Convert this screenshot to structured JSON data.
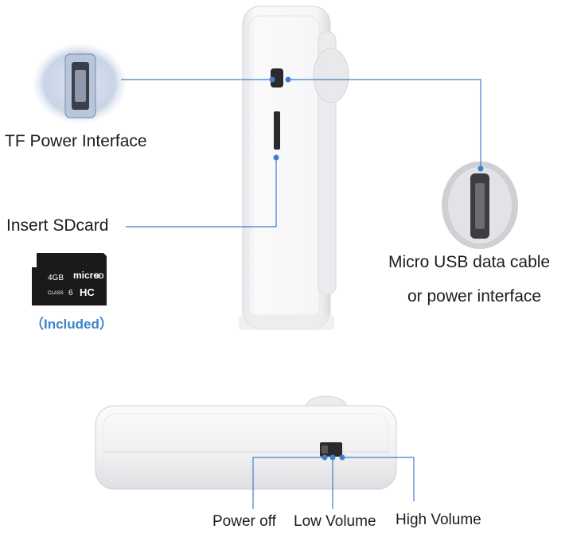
{
  "callouts": {
    "tf_power": "TF Power Interface",
    "insert_sd": "Insert SDcard",
    "usb_line1": "Micro USB data cable",
    "usb_line2": "or power interface",
    "included": "（Included）",
    "power_off": "Power off",
    "low_volume": "Low Volume",
    "high_volume": "High Volume"
  },
  "sd_card": {
    "capacity": "4GB",
    "brand": "micro",
    "brand_sub": "SD",
    "class_text": "CLASS",
    "class_num": "6",
    "hc": "HC"
  },
  "colors": {
    "leader": "#3f7fd0",
    "included": "#3b82c8",
    "device": "#f3f3f5"
  }
}
